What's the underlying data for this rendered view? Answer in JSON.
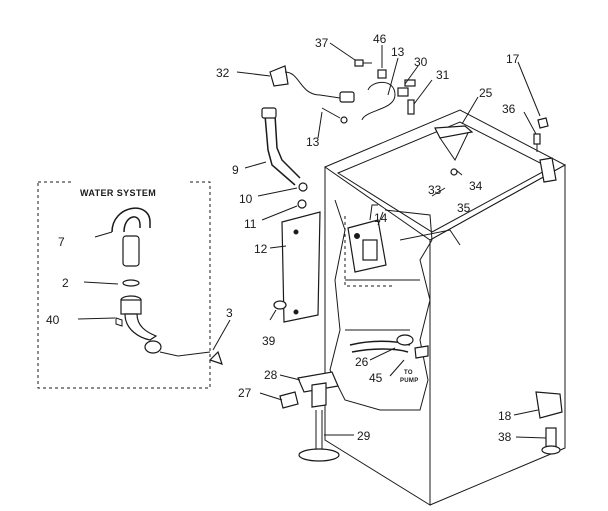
{
  "water_system_box": {
    "title": "WATER SYSTEM"
  },
  "notes": {
    "to_pump_line1": "TO",
    "to_pump_line2": "PUMP"
  },
  "callouts": [
    {
      "id": "2",
      "label": "2"
    },
    {
      "id": "3",
      "label": "3"
    },
    {
      "id": "7",
      "label": "7"
    },
    {
      "id": "9",
      "label": "9"
    },
    {
      "id": "10",
      "label": "10"
    },
    {
      "id": "11",
      "label": "11"
    },
    {
      "id": "12",
      "label": "12"
    },
    {
      "id": "13a",
      "label": "13"
    },
    {
      "id": "13b",
      "label": "13"
    },
    {
      "id": "14",
      "label": "14"
    },
    {
      "id": "17",
      "label": "17"
    },
    {
      "id": "18",
      "label": "18"
    },
    {
      "id": "25",
      "label": "25"
    },
    {
      "id": "26",
      "label": "26"
    },
    {
      "id": "27",
      "label": "27"
    },
    {
      "id": "28",
      "label": "28"
    },
    {
      "id": "29",
      "label": "29"
    },
    {
      "id": "30",
      "label": "30"
    },
    {
      "id": "31",
      "label": "31"
    },
    {
      "id": "32",
      "label": "32"
    },
    {
      "id": "33",
      "label": "33"
    },
    {
      "id": "34",
      "label": "34"
    },
    {
      "id": "35",
      "label": "35"
    },
    {
      "id": "36",
      "label": "36"
    },
    {
      "id": "37",
      "label": "37"
    },
    {
      "id": "38",
      "label": "38"
    },
    {
      "id": "39",
      "label": "39"
    },
    {
      "id": "40",
      "label": "40"
    },
    {
      "id": "45",
      "label": "45"
    },
    {
      "id": "46",
      "label": "46"
    }
  ]
}
